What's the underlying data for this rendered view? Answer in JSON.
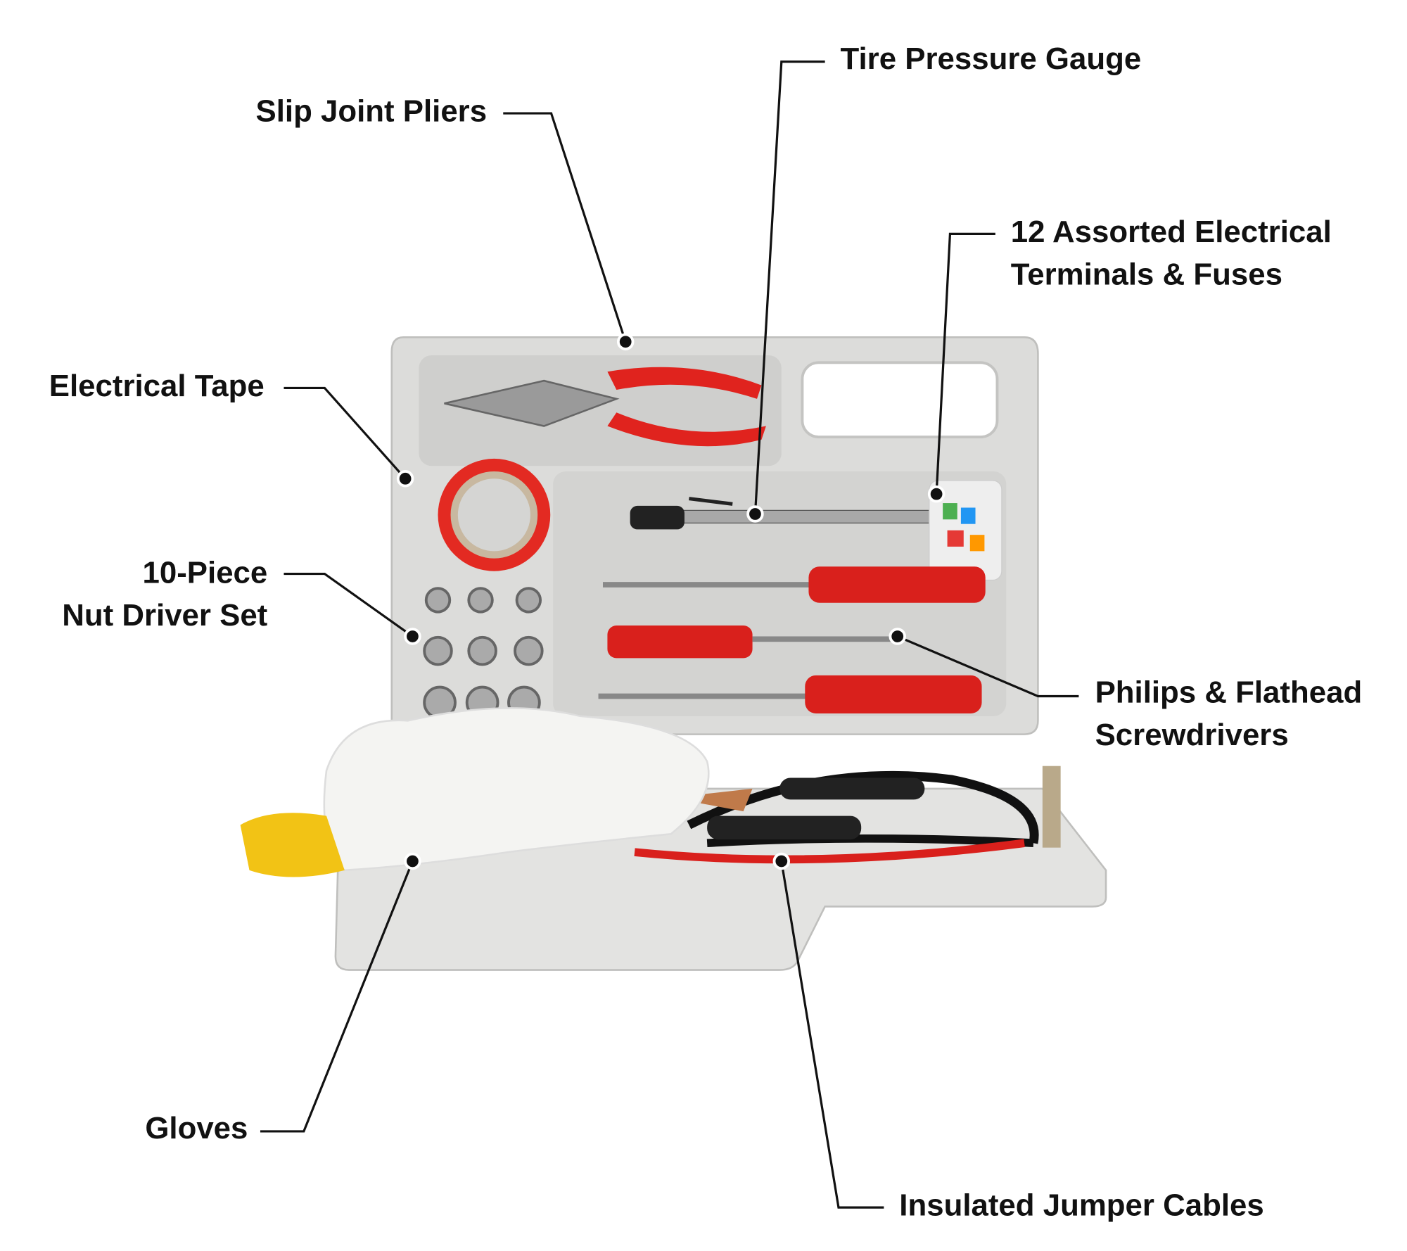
{
  "callouts": {
    "tire_gauge": "Tire Pressure Gauge",
    "pliers": "Slip Joint Pliers",
    "terminals_line1": "12 Assorted Electrical",
    "terminals_line2": "Terminals & Fuses",
    "tape": "Electrical Tape",
    "nut_driver_line1": "10-Piece",
    "nut_driver_line2": "Nut Driver Set",
    "screwdrivers_line1": "Philips & Flathead",
    "screwdrivers_line2": "Screwdrivers",
    "gloves": "Gloves",
    "jumper_cables": "Insulated Jumper Cables"
  },
  "colors": {
    "case": "#d9d9d7",
    "case_shadow": "#bfbfbd",
    "handle_red": "#d9201c",
    "line": "#111111"
  }
}
